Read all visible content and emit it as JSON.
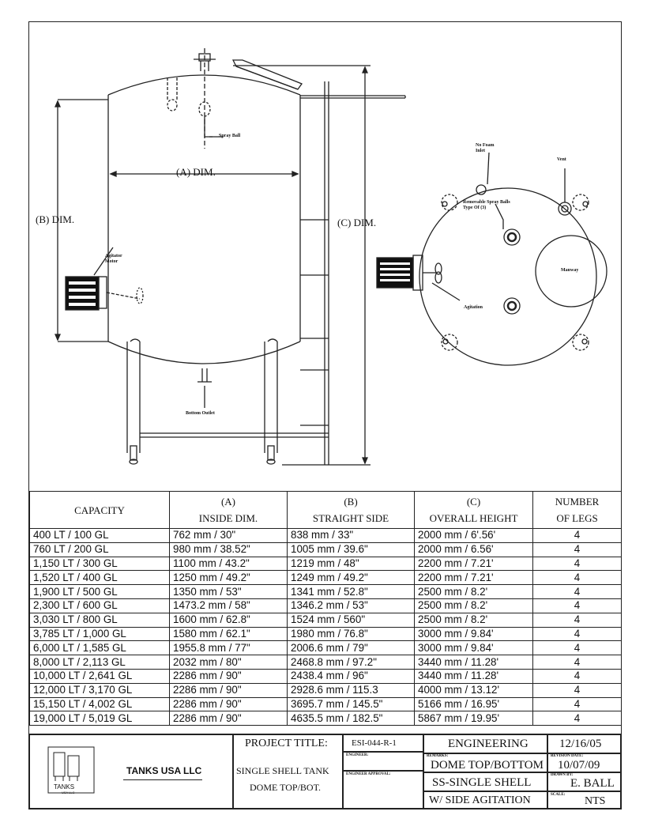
{
  "drawing": {
    "dim_a": "(A)  DIM.",
    "dim_b": "(B)  DIM.",
    "dim_c": "(C)  DIM.",
    "spray_ball": "Spray Ball",
    "agitator_motor": "Agitator Motor",
    "bottom_outlet": "Bottom Outlet",
    "no_foam_inlet": "No Foam Inlet",
    "vent": "Vent",
    "removable_spray_balls": "Removable Spray Balls Type Of (3)",
    "manway": "Manway",
    "agitation": "Agitation"
  },
  "table": {
    "headers": [
      [
        "CAPACITY"
      ],
      [
        "(A)",
        "INSIDE DIM."
      ],
      [
        "(B)",
        "STRAIGHT SIDE"
      ],
      [
        "(C)",
        "OVERALL HEIGHT"
      ],
      [
        "NUMBER",
        "OF LEGS"
      ]
    ],
    "rows": [
      [
        "400 LT / 100 GL",
        "762 mm / 30\"",
        "838 mm / 33\"",
        "2000 mm / 6'.56'",
        "4"
      ],
      [
        "760 LT / 200 GL",
        "980 mm / 38.52\"",
        "1005 mm / 39.6\"",
        "2000 mm / 6.56'",
        "4"
      ],
      [
        "1,150 LT / 300 GL",
        "1100 mm / 43.2\"",
        "1219 mm / 48\"",
        "2200 mm / 7.21'",
        "4"
      ],
      [
        "1,520 LT / 400 GL",
        "1250 mm / 49.2\"",
        "1249 mm / 49.2\"",
        "2200 mm / 7.21'",
        "4"
      ],
      [
        "1,900 LT / 500 GL",
        "1350 mm / 53\"",
        "1341 mm / 52.8\"",
        "2500 mm / 8.2'",
        "4"
      ],
      [
        "2,300 LT / 600 GL",
        "1473.2 mm / 58\"",
        "1346.2 mm / 53\"",
        "2500 mm / 8.2'",
        "4"
      ],
      [
        "3,030 LT / 800 GL",
        "1600 mm / 62.8\"",
        "1524 mm / 560\"",
        "2500 mm / 8.2'",
        "4"
      ],
      [
        "3,785 LT / 1,000 GL",
        "1580 mm / 62.1\"",
        "1980 mm / 76.8\"",
        "3000 mm / 9.84'",
        "4"
      ],
      [
        "6,000 LT / 1,585 GL",
        "1955.8 mm / 77\"",
        "2006.6 mm / 79\"",
        "3000 mm / 9.84'",
        "4"
      ],
      [
        "8,000 LT / 2,113 GL",
        "2032 mm / 80\"",
        "2468.8 mm / 97.2\"",
        "3440 mm / 11.28'",
        "4"
      ],
      [
        "10,000 LT / 2,641 GL",
        "2286 mm / 90\"",
        "2438.4 mm / 96\"",
        "3440 mm / 11.28'",
        "4"
      ],
      [
        "12,000 LT / 3,170 GL",
        "2286 mm / 90\"",
        "2928.6 mm / 115.3",
        "4000 mm / 13.12'",
        "4"
      ],
      [
        "15,150 LT / 4,002 GL",
        "2286 mm / 90\"",
        "3695.7 mm / 145.5\"",
        "5166 mm / 16.95'",
        "4"
      ],
      [
        "19,000 LT / 5,019 GL",
        "2286 mm / 90\"",
        "4635.5 mm / 182.5\"",
        "5867 mm / 19.95'",
        "4"
      ]
    ]
  },
  "title_block": {
    "company": "TANKS USA LLC",
    "logo_text": "TANKS",
    "logo_sub": "USA LLC",
    "project_title_label": "PROJECT TITLE:",
    "project_line1": "SINGLE SHELL TANK",
    "project_line2": "DOME TOP/BOT.",
    "drawing_no": "ESI-044-R-1",
    "engineer_label": "ENGINEER:",
    "engineer_approval_label": "ENGINEER  APPROVAL:",
    "remarks_label": "REMARKS:",
    "engineering": "ENGINEERING",
    "remark1": "DOME TOP/BOTTOM",
    "remark2": "SS-SINGLE SHELL",
    "remark3": "W/ SIDE AGITATION",
    "date": "12/16/05",
    "revision_label": "REVISION DATE:",
    "revision_date": "10/07/09",
    "drawn_by_label": "DRAWN BY:",
    "drawn_by": "E. BALL",
    "scale_label": "SCALE:",
    "scale": "NTS"
  }
}
